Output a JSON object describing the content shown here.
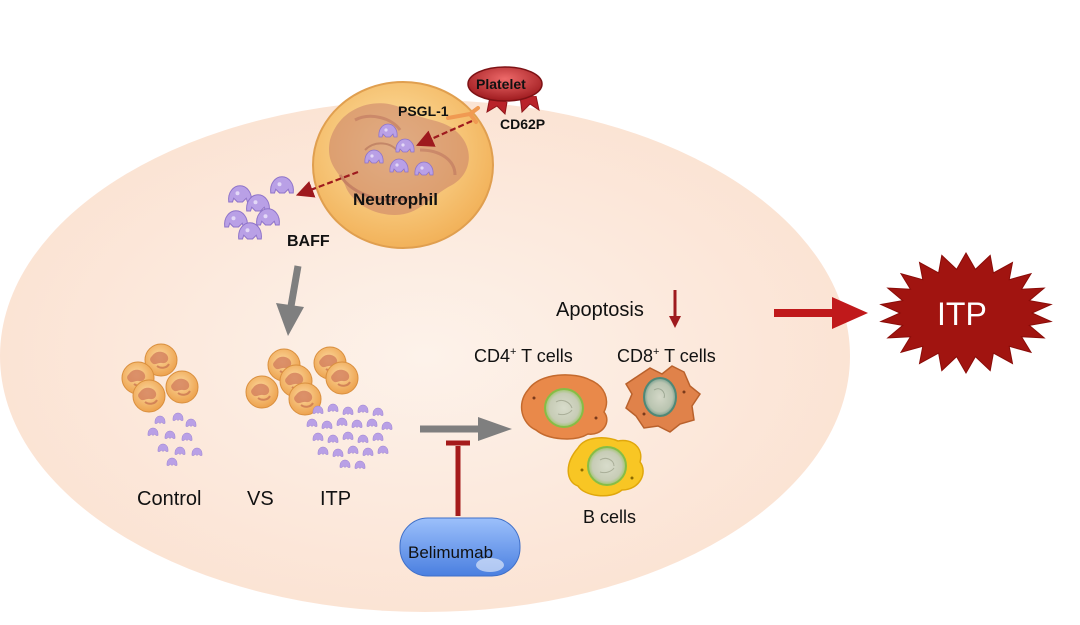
{
  "colors": {
    "background_ellipse": "#fbe9de",
    "neutrophil": "#f4bb6a",
    "baff": "#b49be0",
    "platelet": "#c0272d",
    "arrow_red": "#b71c1c",
    "arrow_gray": "#808080",
    "cd4_cell": "#e98a4c",
    "cd8_cell": "#e0824a",
    "b_cell": "#f7c623",
    "nucleus_green": "#9ccf5c",
    "belimumab": "#5b8fe8",
    "itp_burst": "#a11410"
  },
  "labels": {
    "platelet": "Platelet",
    "psgl1": "PSGL-1",
    "cd62p": "CD62P",
    "neutrophil": "Neutrophil",
    "baff": "BAFF",
    "control": "Control",
    "vs": "VS",
    "itp_group": "ITP",
    "apoptosis": "Apoptosis",
    "cd4_prefix": "CD4",
    "cd4_suffix": " T cells",
    "cd8_prefix": "CD8",
    "cd8_suffix": " T cells",
    "superscript_plus": "+",
    "b_cells": "B cells",
    "belimumab": "Belimumab",
    "itp_outcome": "ITP"
  },
  "icons": {
    "neutrophil": "neutrophil-cell-icon",
    "platelet": "platelet-icon",
    "baff": "baff-molecule-icon",
    "inhibition": "inhibition-t-bar-icon",
    "itp": "starburst-icon"
  }
}
